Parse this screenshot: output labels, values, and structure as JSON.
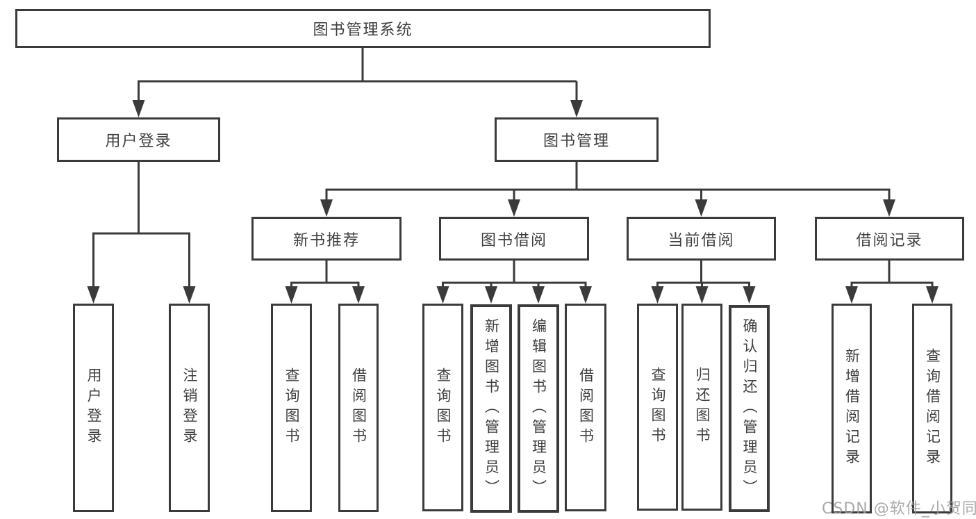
{
  "diagram": {
    "root": "图书管理系统",
    "level2": {
      "user_login": "用户登录",
      "book_mgmt": "图书管理"
    },
    "level3": {
      "new_books": "新书推荐",
      "book_borrow": "图书借阅",
      "current_borrow": "当前借阅",
      "borrow_records": "借阅记录"
    },
    "leaves": {
      "user_login": "用户登录",
      "logout": "注销登录",
      "nb_query": "查询图书",
      "nb_borrow": "借阅图书",
      "bb_query": "查询图书",
      "bb_add": "新增图书（管理员）",
      "bb_edit": "编辑图书（管理员）",
      "bb_borrow": "借阅图书",
      "cb_query": "查询图书",
      "cb_return": "归还图书",
      "cb_confirm": "确认归还（管理员）",
      "br_add": "新增借阅记录",
      "br_query": "查询借阅记录"
    }
  },
  "watermark": "CSDN @软件_小贺同学",
  "colors": {
    "line": "#3b3b3b",
    "text": "#3f3f3f",
    "background": "#ffffff",
    "watermark": "#9b9b9b"
  }
}
